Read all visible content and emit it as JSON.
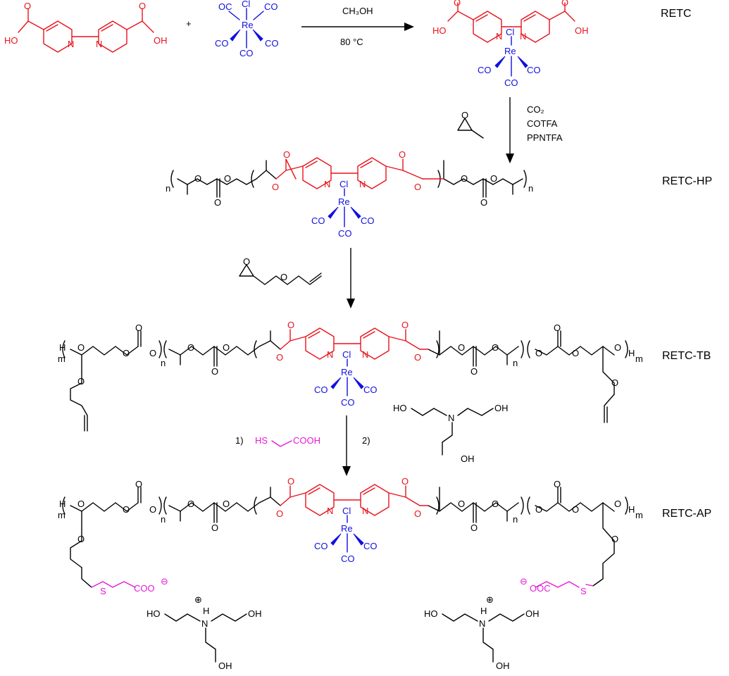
{
  "colors": {
    "ligand": "#e8121b",
    "metal": "#1010e0",
    "thiol": "#e619d6",
    "polymer": "#000000"
  },
  "compounds": {
    "retc": "RETC",
    "retc_hp": "RETC-HP",
    "retc_tb": "RETC-TB",
    "retc_ap": "RETC-AP"
  },
  "reagents": {
    "plus": "+",
    "solvent": "CH₃OH",
    "temperature": "80 °C",
    "co2": "CO₂",
    "cotfa": "COTFA",
    "ppntfa": "PPNTFA",
    "step1": "1)",
    "step2": "2)",
    "thiol_sh": "HS",
    "thiol_cooh": "COOH"
  },
  "atoms": {
    "oh": "OH",
    "ho": "HO",
    "o": "O",
    "n": "N",
    "nh": "H",
    "re": "Re",
    "cl": "Cl",
    "co": "CO",
    "oc": "OC",
    "s": "S",
    "coo": "COO",
    "ooc": "OOC",
    "minus": "⊖",
    "plus": "⊕",
    "n_rep": "n",
    "m_rep": "m",
    "h": "H"
  }
}
